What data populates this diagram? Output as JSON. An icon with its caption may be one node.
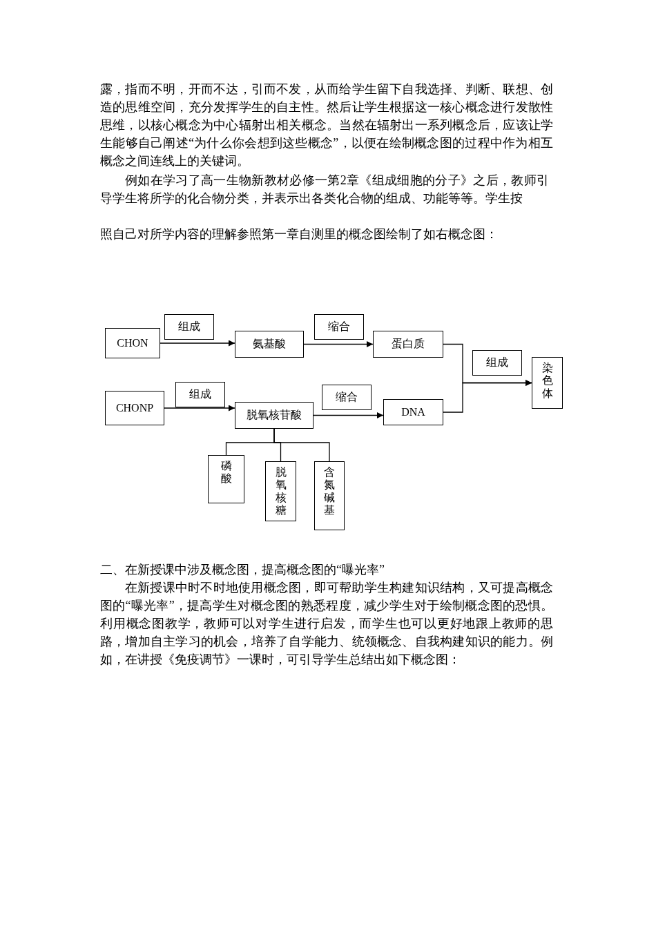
{
  "diagram": {
    "nodes": [
      {
        "text": [
          "CHON"
        ]
      },
      {
        "text": [
          "组成"
        ]
      },
      {
        "text": [
          "氨基酸"
        ]
      },
      {
        "text": [
          "缩合"
        ]
      },
      {
        "text": [
          "蛋白质"
        ]
      },
      {
        "text": [
          "组成"
        ]
      },
      {
        "text": [
          "染色体"
        ]
      },
      {
        "text": [
          "CHONP"
        ]
      },
      {
        "text": [
          "组成"
        ]
      },
      {
        "text": [
          "脱氧核苷酸"
        ]
      },
      {
        "text": [
          "缩合"
        ]
      },
      {
        "text": [
          "DNA"
        ]
      },
      {
        "text": [
          "磷酸"
        ]
      },
      {
        "text": [
          "脱氧核糖"
        ]
      },
      {
        "text": [
          "含氮碱基"
        ]
      }
    ],
    "edges": [
      {
        "from": 0,
        "to": 2,
        "arrow": "to"
      },
      {
        "from": 2,
        "to": 4,
        "arrow": "to"
      },
      {
        "from": 4,
        "to": 6,
        "arrow": "to"
      },
      {
        "from": 11,
        "to": 6,
        "arrow": "to"
      },
      {
        "from": 7,
        "to": 9,
        "arrow": "to"
      },
      {
        "from": 9,
        "to": 11,
        "arrow": "to"
      },
      {
        "from": 9,
        "to": 12,
        "arrow": "none"
      },
      {
        "from": 9,
        "to": 13,
        "arrow": "none"
      },
      {
        "from": 9,
        "to": 14,
        "arrow": "none"
      }
    ],
    "labels": [
      "露，指而不明，开而不达，引而不发，从而给学生留下自我选择、判断、联想、创造的思维空间，充分发挥学生的自主性。然后让学生根据这一核心概念进行发散性思维，以核心概念为中心辐射出相关概念。当然在辐射出一系列概念后，应该让学生能够自己阐述“为什么你会想到这些概念”，以便在绘制概念图的过程中作为相互概念之间连线上的关键词。",
      "例如在学习了高一生物新教材必修一第2章《组成细胞的分子》之后，教师引导学生将所学的化合物分类，并表示出各类化合物的组成、功能等等。学生按",
      "照自己对所学内容的理解参照第一章自测里的概念图绘制了如右概念图：",
      "二、在新授课中涉及概念图，提高概念图的“曝光率”",
      "在新授课中时不时地使用概念图，即可帮助学生构建知识结构，又可提高概念图的“曝光率”，提高学生对概念图的熟悉程度，减少学生对于绘制概念图的恐惧。利用概念图教学，教师可以对学生进行启发，而学生也可以更好地跟上教师的思路，增加自主学习的机会，培养了自学能力、统领概念、自我构建知识的能力。例如，在讲授《免疫调节》一课时，可引导学生总结出如下概念图："
    ]
  }
}
